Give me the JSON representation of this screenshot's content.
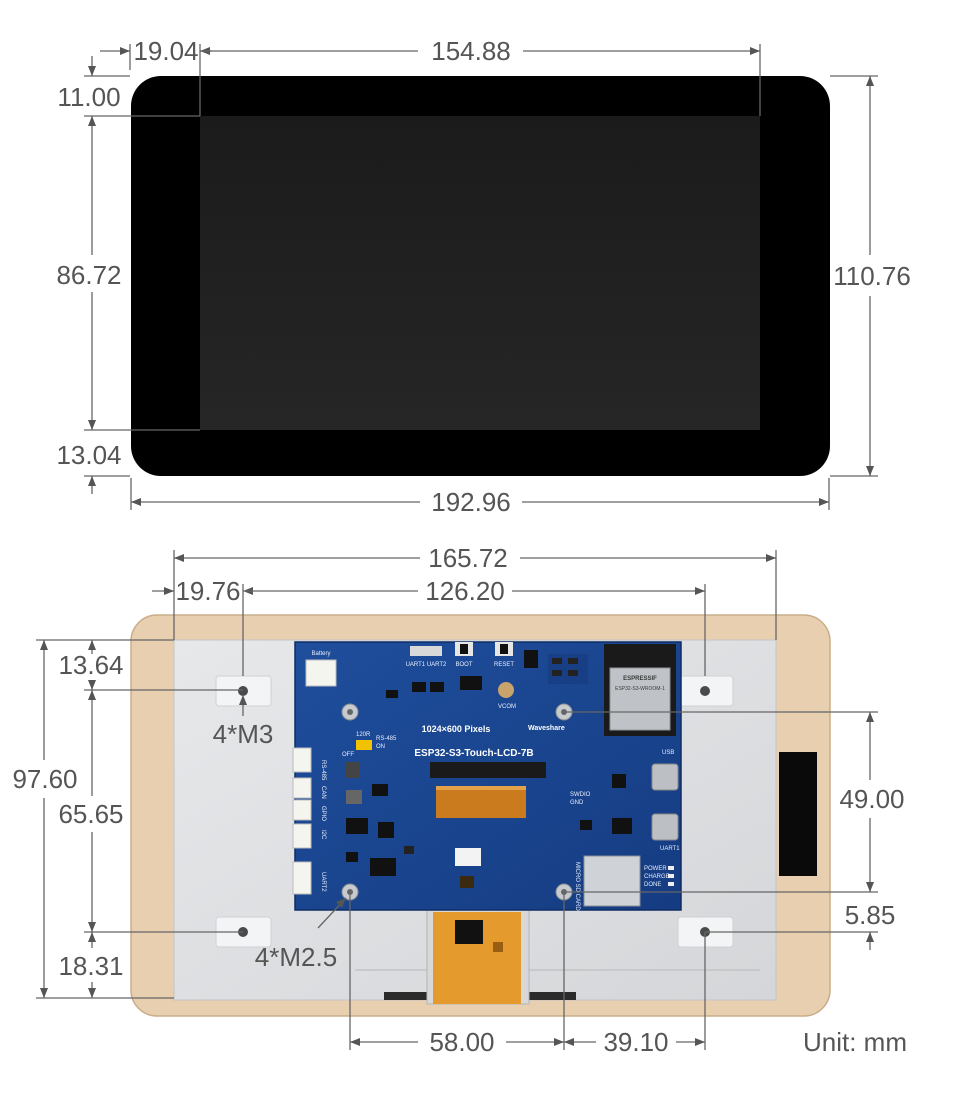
{
  "unit_label": "Unit: mm",
  "front_view": {
    "dims": {
      "left_offset": "19.04",
      "active_width": "154.88",
      "top_offset": "11.00",
      "active_height": "86.72",
      "bottom_offset": "13.04",
      "overall_height": "110.76",
      "overall_width": "192.96"
    }
  },
  "back_view": {
    "dims": {
      "width_1": "165.72",
      "left_offset": "19.76",
      "hole_spacing_x": "126.20",
      "top_offset": "13.64",
      "overall_height": "97.60",
      "hole_spacing_y": "65.65",
      "bottom_offset": "18.31",
      "pcb_hole_spacing_y": "49.00",
      "pcb_hole_offset": "5.85",
      "pcb_hole_spacing_x": "58.00",
      "hole_to_mount": "39.10"
    },
    "callouts": {
      "m3_holes": "4*M3",
      "m25_holes": "4*M2.5"
    },
    "pcb": {
      "model": "ESP32-S3-Touch-LCD-7B",
      "resolution": "1024×600 Pixels",
      "brand": "Waveshare",
      "module": "ESP32-S3-WROOM-1",
      "chip_brand": "ESPRESSIF",
      "battery": "Battery",
      "boot": "BOOT",
      "reset": "RESET",
      "vcom": "VCOM",
      "usb": "USB",
      "uart1": "UART1",
      "uart2": "UART2",
      "uart_switch": "UART1 UART2",
      "power": "POWER",
      "charge": "CHARGE",
      "done": "DONE",
      "micro_sd": "MICRO SD CARD",
      "can": "CAN",
      "gpio": "GPIO",
      "i2c": "I2C",
      "rs485": "RS-485",
      "res_120r": "120R",
      "off": "OFF",
      "on": "ON",
      "swdio": "SWDIO",
      "gnd": "GND"
    }
  }
}
